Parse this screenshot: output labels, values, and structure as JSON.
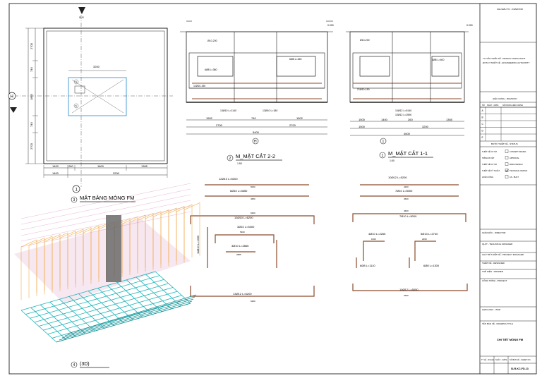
{
  "plan": {
    "title": "MẶT BẰNG MÓNG FM",
    "title_tag": "3",
    "grid_top": "1",
    "grid_left": "H",
    "section_mark_top": "SLR",
    "dims_top": "3200",
    "dims_left": [
      "2700",
      "740",
      "1863",
      "740",
      "2700"
    ],
    "dims_bottom_row1": [
      "1400",
      "260",
      "1600",
      "1365"
    ],
    "dims_bottom_row2": [
      "1400",
      "3200"
    ],
    "callouts": [
      "4",
      "5"
    ]
  },
  "sec22": {
    "title": "M_MẶT CẮT 2-2",
    "tag": "2",
    "scale": "1:50",
    "grid": "H",
    "elev": "0.000",
    "dims_row1": [
      "1502",
      "740",
      "1502"
    ],
    "dims_row2": [
      "2700",
      "2700"
    ],
    "dims_total": "5400",
    "bars": [
      "13Ø10 L=1140",
      "13Ø10 L=180",
      "6Ø8 L=380",
      "6Ø8 L=460",
      "Ø10-200",
      "11Ø10-150"
    ]
  },
  "sec11": {
    "title": "M_MẶT CẮT 1-1",
    "tag": "1",
    "scale": "1:50",
    "grid": "1",
    "elev": "0.000",
    "dims_row1": [
      "1500",
      "1400",
      "260",
      "1365"
    ],
    "dims_row2": [
      "1500",
      "3200"
    ],
    "dims_total": "4600",
    "bars": [
      "Ø10-200",
      "6Ø8 L=400",
      "21Ø10-150",
      "10Ø12 L=5140",
      "10Ø12 L=2590"
    ]
  },
  "bending_left": {
    "bars": [
      "12Ø10 L=5300",
      "6Ø10 L=4650",
      "13Ø10 L=6200",
      "3Ø10 L=5300",
      "3Ø10 L=2865",
      "11Ø10 L=1395",
      "13Ø12 L=6200"
    ],
    "dims": [
      "5000",
      "4650",
      "6200",
      "5300",
      "2865",
      "6200"
    ]
  },
  "bending_right": {
    "bars": [
      "10Ø12 L=5200",
      "7Ø10 L=5000",
      "7Ø10 L=5000",
      "4Ø10 L=2265",
      "5Ø13 L=2740",
      "6Ø8 L=1110",
      "6Ø8 L=1300",
      "10Ø12 L=5050"
    ],
    "dims": [
      "4200",
      "4600",
      "4600",
      "1600",
      "2260",
      "4200"
    ]
  },
  "view3d": {
    "label": "(3D)",
    "tag": "4"
  },
  "title_block": {
    "owner": "CHỦ ĐẦU TƯ - INVESTOR",
    "consultant": "TƯ VẤN THIẾT KẾ - DESIGN CONSULTANT",
    "consultant2": "ĐƠN VỊ THIẾT KẾ - ENGINEERING AUTHORITY",
    "revision_header": "HIỆU CHỈNH - REVISION",
    "rev_cols": [
      "SỐ",
      "NGÀY - DATE",
      "NỘI DUNG HIỆU CHỈNH"
    ],
    "rev_rows": [
      "A",
      "B",
      "C",
      "D",
      "E"
    ],
    "status_header": "BƯỚC THIẾT KẾ - STATUS",
    "status_items": [
      {
        "label": "THIẾT KẾ CƠ SỞ",
        "value": "CONCEPT DESIGN",
        "checked": false
      },
      {
        "label": "TRÌNH DUYỆT",
        "value": "APPROVAL",
        "checked": false
      },
      {
        "label": "THIẾT KẾ CƠ SỞ",
        "value": "BASIC DESIGN",
        "checked": false
      },
      {
        "label": "THIẾT KẾ KỸ THUẬT",
        "value": "TECHNICAL DESIGN",
        "checked": true
      },
      {
        "label": "HOÀN CÔNG",
        "value": "AS - BUILT",
        "checked": false
      }
    ],
    "roles": [
      "GIÁM ĐỐC - DIRECTOR",
      "QLKT - TECHNICAL MANAGER",
      "CHỦ TRÌ THIẾT KẾ - PROJECT MANAGER",
      "THIẾT KẾ - DESIGNER",
      "THỂ HIỆN - DRAWER",
      "CÔNG TRÌNH - PROJECT"
    ],
    "item_label": "HẠNG MỤC - ITEM",
    "drawing_title_label": "TÊN BẢN VẼ - DRAWING TITLE",
    "drawing_title": "CHI TIẾT MÓNG FM",
    "scale_label": "TỶ LỆ - SCALE",
    "date_label": "NGÀY - DATE",
    "sheet_no_label": "SỐ BẢN VẼ - SHEET NO.",
    "sheet_no": "SLR-KC-FD-13"
  },
  "colors": {
    "line": "#1a1a1a",
    "rebar": "#8b4a2b",
    "footprint": "#4aa0d8",
    "mesh": "#19b3b8",
    "cage": "#f0a030"
  }
}
